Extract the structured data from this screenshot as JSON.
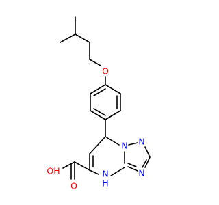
{
  "structure": {
    "colors": {
      "bond": "#000000",
      "oxygen": "#ff0000",
      "nitrogen": "#0000ff"
    },
    "atom_labels": {
      "ether_oxygen": "O",
      "carbonyl_oxygen": "O",
      "hydroxyl": "OH",
      "ring_nitrogen_top": "N",
      "ring_nitrogen_right": "N",
      "ring_nitrogen_bottom": "N",
      "amine_n": "N",
      "amine_h": "H"
    }
  }
}
